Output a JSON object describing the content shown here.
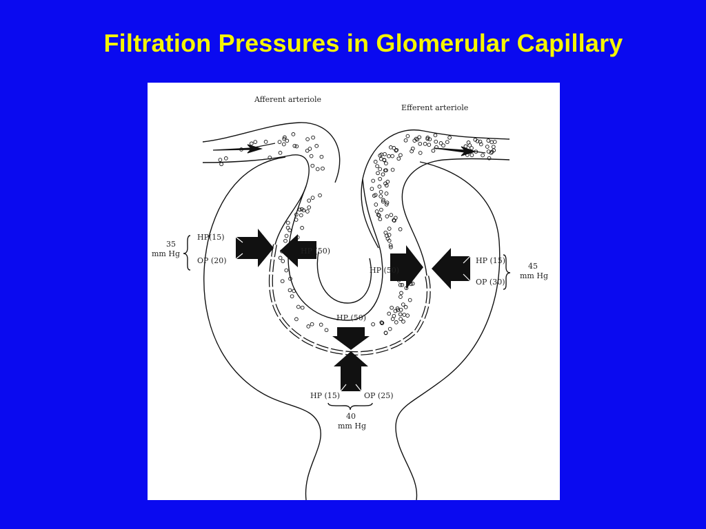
{
  "slide": {
    "title": "Filtration Pressures in Glomerular Capillary",
    "colors": {
      "background": "#0a0af0",
      "title": "#f5f500",
      "panel": "#ffffff",
      "ink": "#111111"
    }
  },
  "diagram": {
    "labels": {
      "afferent": "Afferent arteriole",
      "efferent": "Efferent arteriole",
      "left_sum_value": "35",
      "left_sum_unit": "mm Hg",
      "left_hp": "HP(15)",
      "left_op": "OP (20)",
      "left_cap_hp": "HP (50)",
      "right_cap_hp": "HP (50)",
      "right_hp": "HP (15)",
      "right_op": "OP (30)",
      "right_sum_value": "45",
      "right_sum_unit": "mm Hg",
      "bottom_cap_hp": "HP (50)",
      "bottom_hp": "HP (15)",
      "bottom_op": "OP (25)",
      "bottom_sum_value": "40",
      "bottom_sum_unit": "mm Hg"
    }
  }
}
